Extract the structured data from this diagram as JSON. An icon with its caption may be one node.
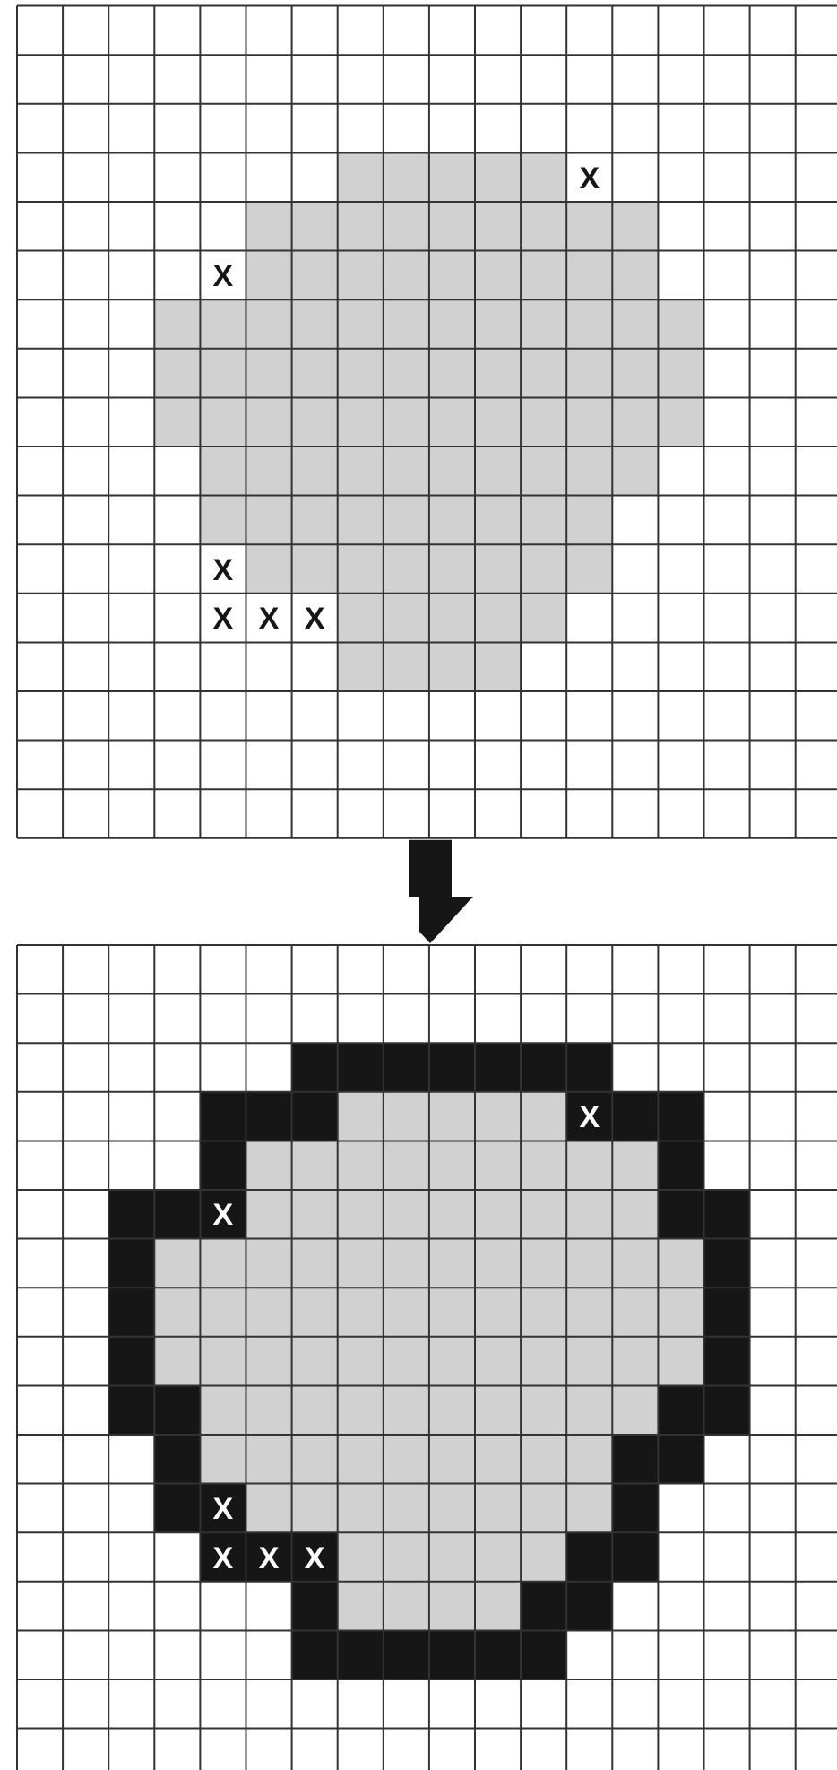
{
  "diagram": {
    "nodes": [
      {
        "text": [],
        "shape": "grid"
      },
      {
        "text": [],
        "shape": "grid"
      }
    ],
    "edges": [
      {
        "from": 0,
        "to": 1,
        "arrow": "to"
      }
    ],
    "labels": [
      "X",
      "X",
      "X",
      "X",
      "X",
      "X",
      "X",
      "X",
      "X",
      "X",
      "X",
      "X"
    ]
  }
}
